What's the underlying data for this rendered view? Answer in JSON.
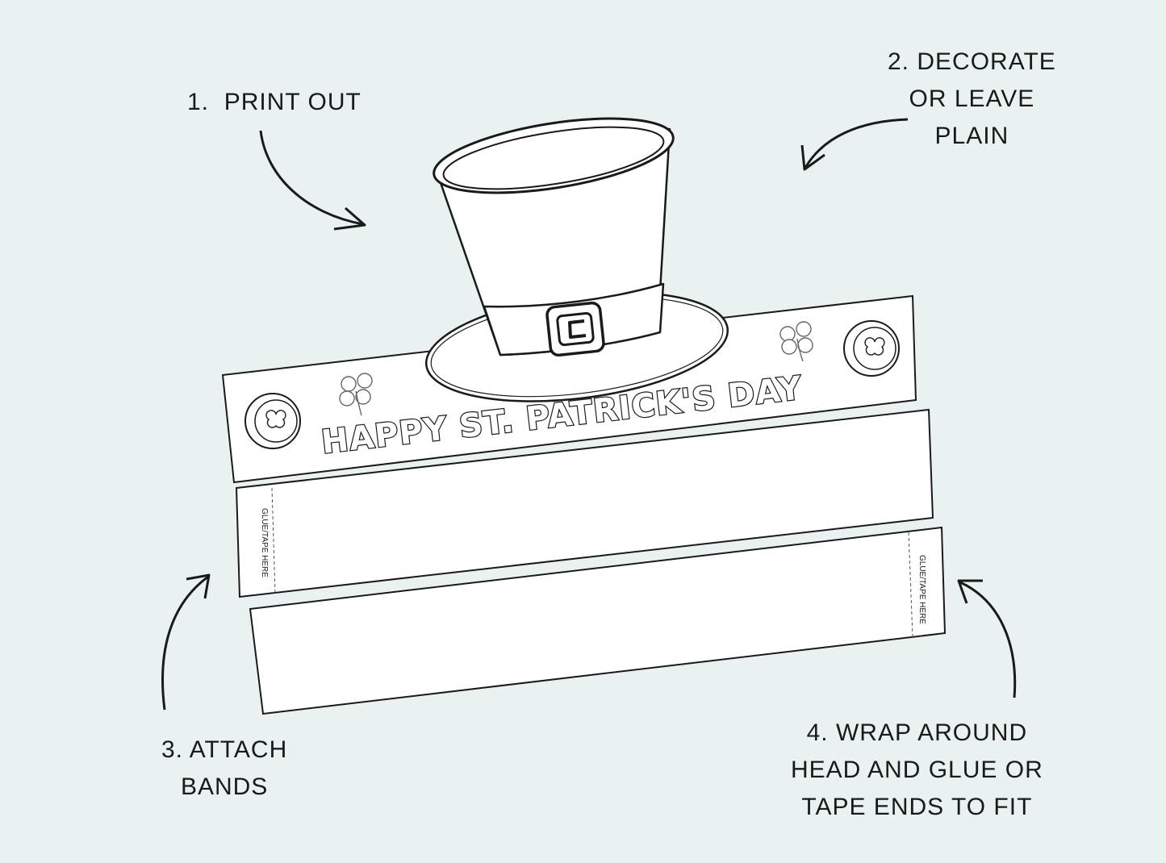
{
  "steps": {
    "step1": {
      "number": "1.",
      "text": "PRINT OUT"
    },
    "step2": {
      "lines": [
        "2. DECORATE",
        "OR LEAVE",
        "PLAIN"
      ]
    },
    "step3": {
      "lines": [
        "3. ATTACH",
        "BANDS"
      ]
    },
    "step4": {
      "lines": [
        "4. WRAP AROUND",
        "HEAD AND GLUE OR",
        "TAPE ENDS TO FIT"
      ]
    }
  },
  "band": {
    "greeting": "HAPPY ST. PATRICK'S DAY",
    "glue_label_left": "GLUE/TAPE HERE",
    "glue_label_right": "GLUE/TAPE HERE"
  },
  "colors": {
    "background": "#e9f2f1",
    "ink": "#1a1a1a",
    "paper": "#ffffff"
  }
}
